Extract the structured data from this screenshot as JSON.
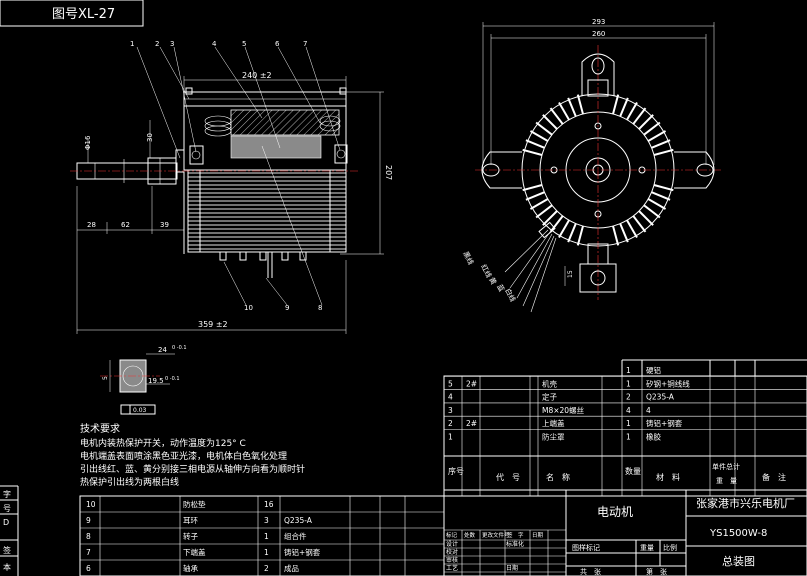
{
  "drawing_no": "图号XL-27",
  "dimensions": {
    "top_width": "240 ±2",
    "total_length": "359 ±2",
    "height_right": "207",
    "shaft_diameter": "Φ16",
    "d30": "30",
    "seg_28": "28",
    "seg_62": "62",
    "seg_39": "39",
    "side_293": "293",
    "side_260": "260",
    "side_15": "15",
    "key_24": "24",
    "key_24_tol": "0  -0.1",
    "key_19": "19.5",
    "key_19_tol": "0  -0.1",
    "key_5": "5",
    "key_flag": "0.03"
  },
  "part_callouts": [
    "1",
    "2",
    "3",
    "4",
    "5",
    "6",
    "7",
    "8",
    "9",
    "10"
  ],
  "wire_labels": [
    "黑线",
    "红线",
    "黄",
    "蓝",
    "白线"
  ],
  "tech_requirements": {
    "title": "技术要求",
    "lines": [
      "电机内装热保护开关，动作温度为125° C",
      "电机端盖表面喷涂黑色亚光漆，电机体白色氧化处理",
      "引出线红、蓝、黄分别接三相电源从轴伸方向看为顺时针",
      "热保护引出线为两根白线"
    ]
  },
  "bom_upper": [
    {
      "no": "",
      "code": "",
      "name": "",
      "qty": "1",
      "material": "硬铝",
      "wt": "",
      "note": ""
    },
    {
      "no": "5",
      "code": "2#",
      "name": "机壳",
      "qty": "1",
      "material": "矽钢+铜线线",
      "wt": "",
      "note": ""
    },
    {
      "no": "4",
      "code": "",
      "name": "定子",
      "qty": "2",
      "material": "Q235-A",
      "wt": "",
      "note": ""
    },
    {
      "no": "3",
      "code": "",
      "name": "M8×20螺丝",
      "qty": "4",
      "material": "4",
      "wt": "",
      "note": ""
    },
    {
      "no": "2",
      "code": "2#",
      "name": "上端盖",
      "qty": "1",
      "material": "铸铝+钢套",
      "wt": "",
      "note": ""
    },
    {
      "no": "1",
      "code": "",
      "name": "防尘罩",
      "qty": "1",
      "material": "橡胶",
      "wt": "",
      "note": ""
    }
  ],
  "bom_header": {
    "no": "序号",
    "code": "代　号",
    "name": "名　称",
    "qty": "数量",
    "material": "材　料",
    "weight": "单件总计",
    "weight_sub": "重　量",
    "note": "备　注"
  },
  "bom_lower": [
    {
      "no": "10",
      "name": "防松垫",
      "qty": "16",
      "material": ""
    },
    {
      "no": "9",
      "name": "耳环",
      "qty": "3",
      "material": "Q235-A"
    },
    {
      "no": "8",
      "name": "转子",
      "qty": "1",
      "material": "组合件"
    },
    {
      "no": "7",
      "name": "下端盖",
      "qty": "1",
      "material": "铸铝+钢套"
    },
    {
      "no": "6",
      "name": "轴承",
      "qty": "2",
      "material": "成品"
    }
  ],
  "left_cut": [
    "字",
    "号",
    "D",
    "签",
    "本"
  ],
  "title_block": {
    "product": "电动机",
    "company": "张家港市兴乐电机厂",
    "model": "YS1500W-8",
    "drawing_type": "总装图",
    "mark_label": "图样标记",
    "weight_label": "重量",
    "scale_label": "比例",
    "sheets_label": "共　张",
    "sheet_label": "第　张",
    "rev_cols": [
      "标记",
      "处数",
      "更改文件号",
      "签　字",
      "日期"
    ],
    "roles": [
      "设计",
      "校对",
      "审核",
      "工艺"
    ],
    "std_label": "标准化",
    "date_label": "日期"
  }
}
